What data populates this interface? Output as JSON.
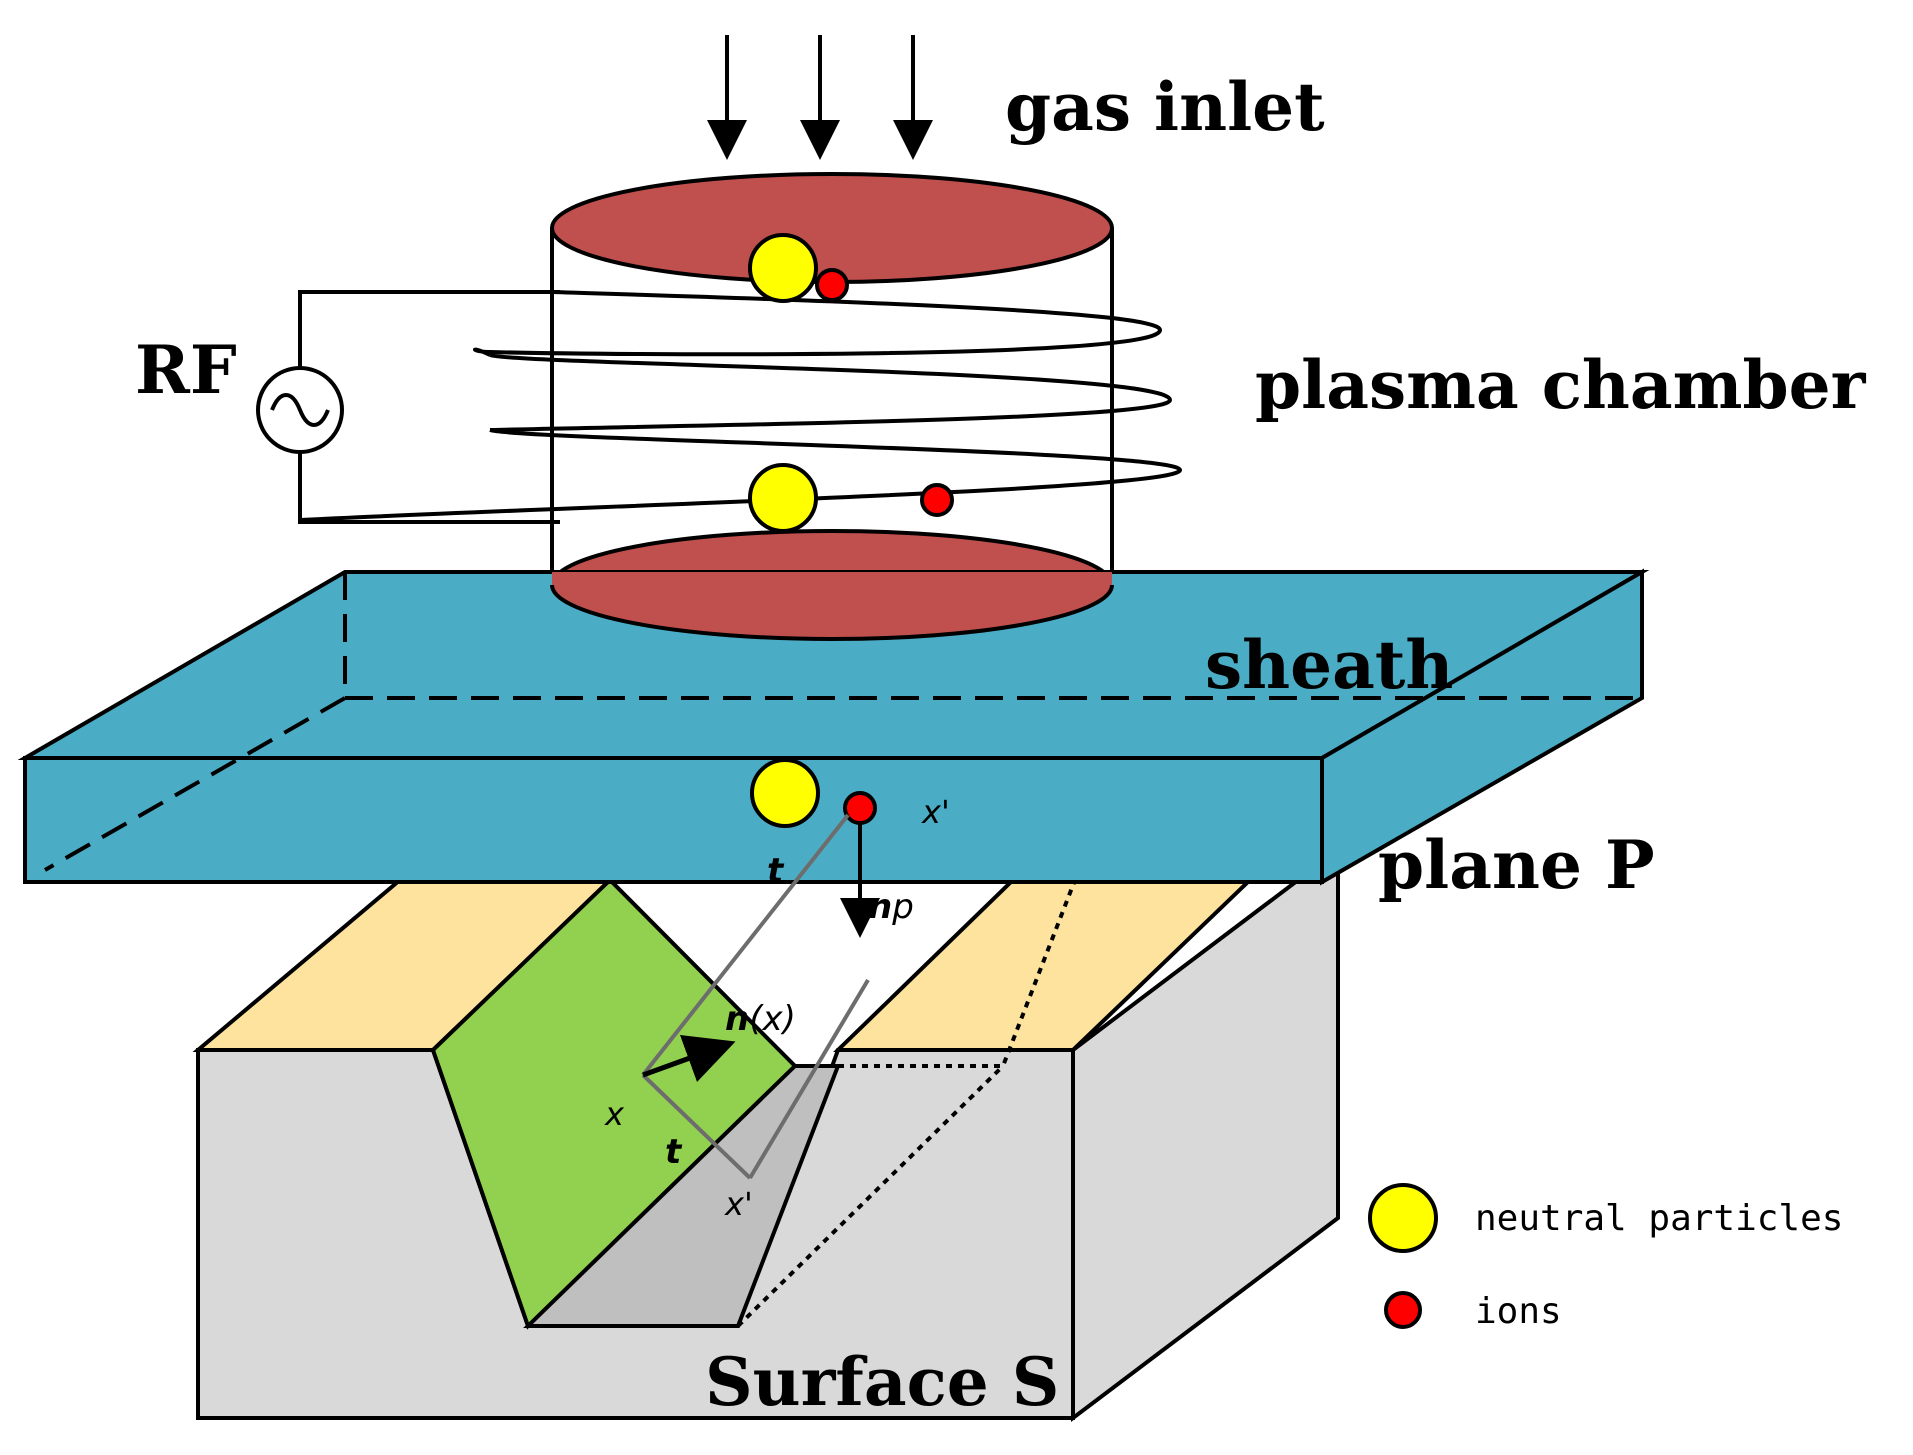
{
  "labels": {
    "gas_inlet": "gas inlet",
    "rf": "RF",
    "plasma_chamber": "plasma chamber",
    "sheath": "sheath",
    "plane_p": "plane P",
    "surface_s": "Surface S",
    "x_prime_top": "x'",
    "t_top": "t",
    "np_bold": "n",
    "np_sub": "p",
    "n_bold": "n",
    "n_arg": "(x)",
    "x": "x",
    "t_bottom": "t",
    "x_prime_bottom": "x'"
  },
  "legend": [
    {
      "label": "neutral particles",
      "kind": "neutral",
      "color": "#ffff00"
    },
    {
      "label": "ions",
      "kind": "ion",
      "color": "#ff0000"
    }
  ],
  "colors": {
    "chamber_caps": "#c0504d",
    "sheath": "#4bacc6",
    "surface_block": "#d9d9d9",
    "surface_top": "#fde39e",
    "trench_left_wall": "#92d050",
    "trench_right_wall": "#bfbfbf",
    "neutral": "#ffff00",
    "ion": "#ff0000"
  },
  "icons": {
    "rf_source": "ac-source-icon",
    "gas_arrows": "down-arrow-icon"
  }
}
